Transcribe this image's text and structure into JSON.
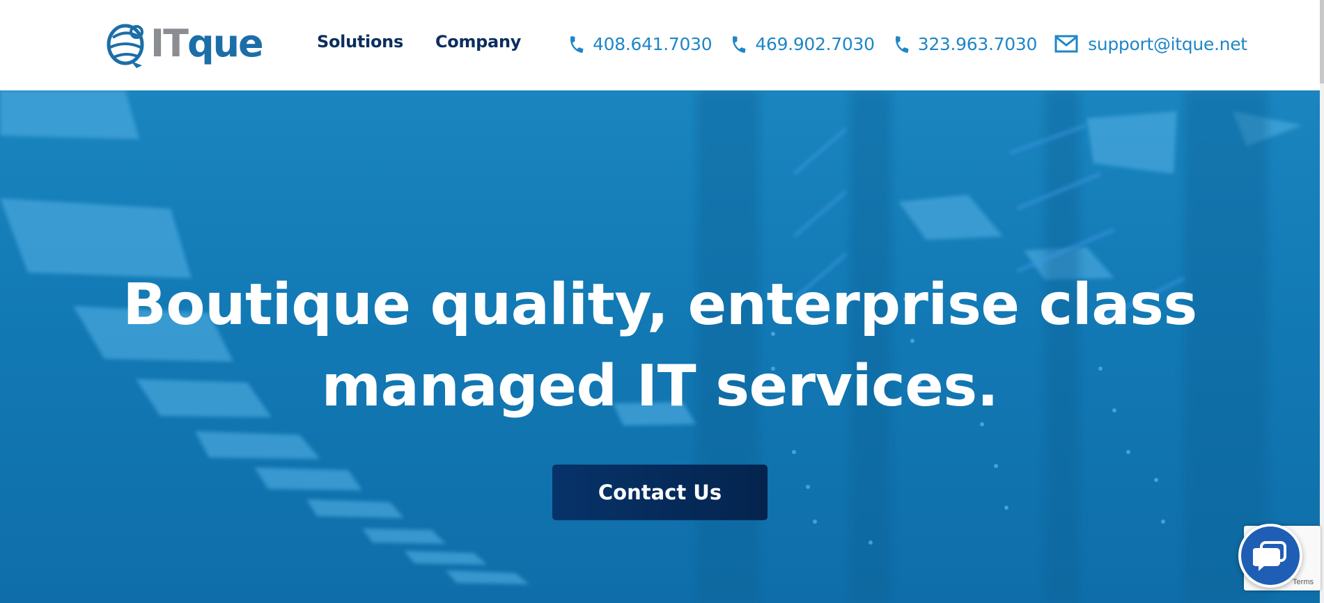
{
  "brand": {
    "logo_part1": "IT",
    "logo_part2": "que",
    "colors": {
      "logo_gray": "#8a8d91",
      "logo_blue": "#1c6ea8",
      "nav_dark": "#0b2e5e",
      "contact_blue": "#1f86c6",
      "hero_blue": "#1279b4",
      "cta_dark": "#04244d",
      "chat_blue": "#1f5eb5"
    }
  },
  "nav": {
    "items": [
      {
        "label": "Solutions"
      },
      {
        "label": "Company"
      }
    ]
  },
  "contacts": {
    "phones": [
      {
        "icon": "phone-icon",
        "number": "408.641.7030"
      },
      {
        "icon": "phone-icon",
        "number": "469.902.7030"
      },
      {
        "icon": "phone-icon",
        "number": "323.963.7030"
      }
    ],
    "email": {
      "icon": "mail-icon",
      "address": "support@itque.net"
    }
  },
  "hero": {
    "title_line1": "Boutique quality, enterprise class",
    "title_line2": "managed IT services.",
    "cta_label": "Contact Us"
  },
  "widgets": {
    "chat_icon": "chat-bubble-icon",
    "recaptcha_text": "Terms"
  }
}
